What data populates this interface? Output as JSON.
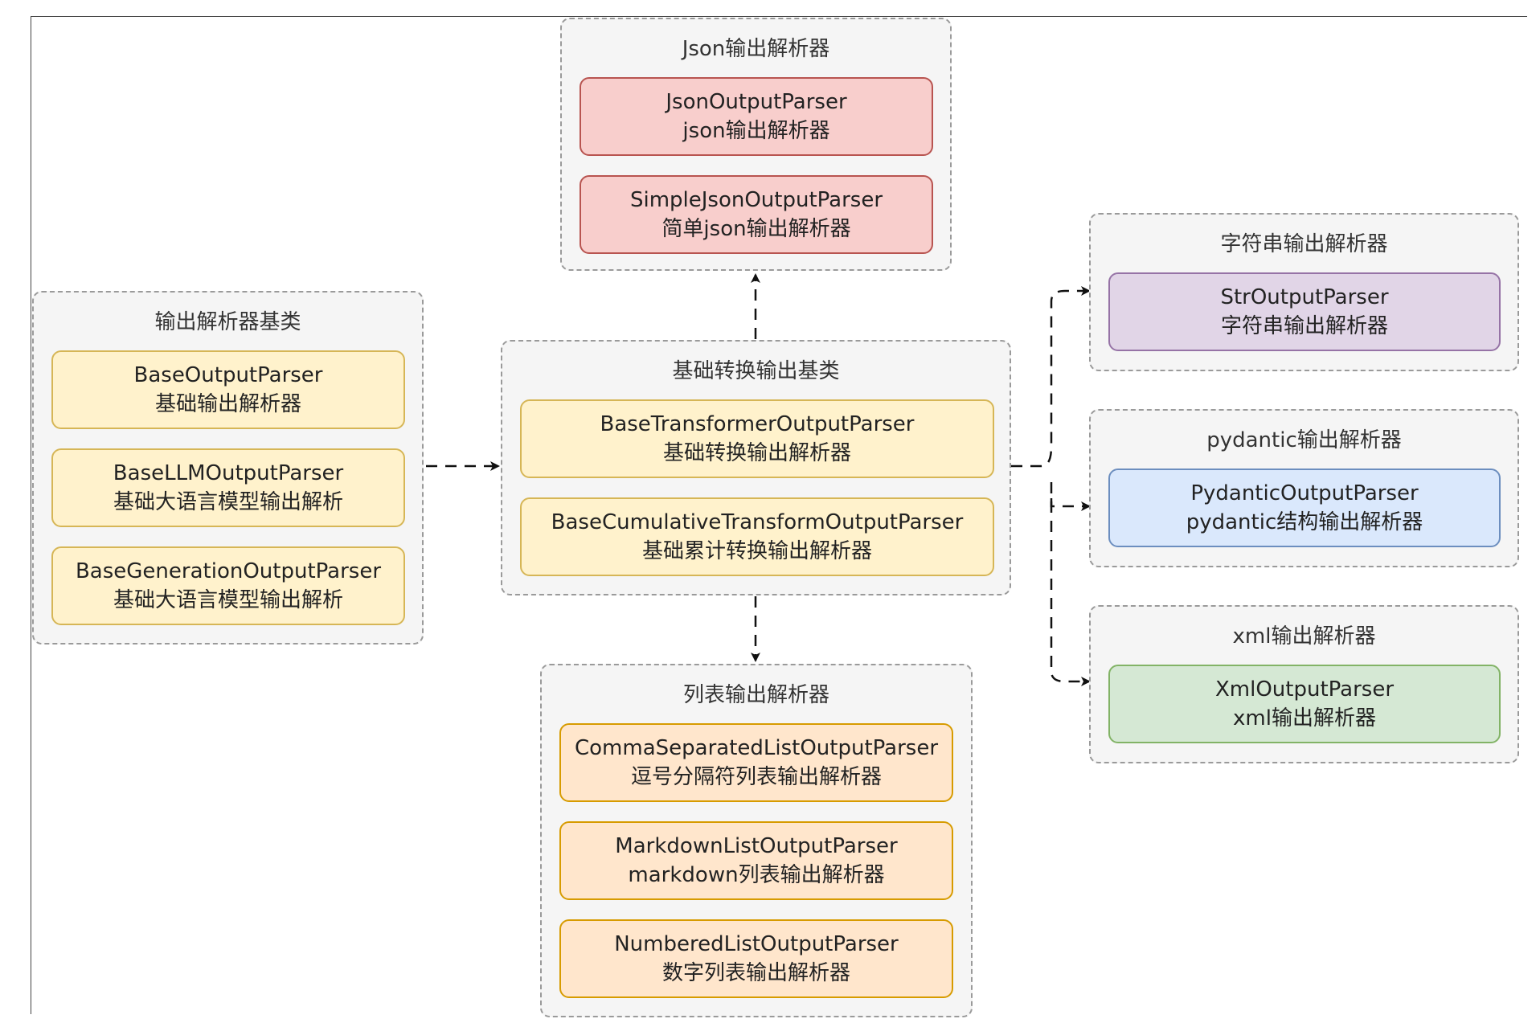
{
  "groups": {
    "json": {
      "title": "Json输出解析器",
      "nodes": [
        {
          "name": "JsonOutputParser",
          "desc": "json输出解析器"
        },
        {
          "name": "SimpleJsonOutputParser",
          "desc": "简单json输出解析器"
        }
      ]
    },
    "base": {
      "title": "输出解析器基类",
      "nodes": [
        {
          "name": "BaseOutputParser",
          "desc": "基础输出解析器"
        },
        {
          "name": "BaseLLMOutputParser",
          "desc": "基础大语言模型输出解析"
        },
        {
          "name": "BaseGenerationOutputParser",
          "desc": "基础大语言模型输出解析"
        }
      ]
    },
    "transform": {
      "title": "基础转换输出基类",
      "nodes": [
        {
          "name": "BaseTransformerOutputParser",
          "desc": "基础转换输出解析器"
        },
        {
          "name": "BaseCumulativeTransformOutputParser",
          "desc": "基础累计转换输出解析器"
        }
      ]
    },
    "str": {
      "title": "字符串输出解析器",
      "nodes": [
        {
          "name": "StrOutputParser",
          "desc": "字符串输出解析器"
        }
      ]
    },
    "pydantic": {
      "title": "pydantic输出解析器",
      "nodes": [
        {
          "name": "PydanticOutputParser",
          "desc": "pydantic结构输出解析器"
        }
      ]
    },
    "xml": {
      "title": "xml输出解析器",
      "nodes": [
        {
          "name": "XmlOutputParser",
          "desc": "xml输出解析器"
        }
      ]
    },
    "list": {
      "title": "列表输出解析器",
      "nodes": [
        {
          "name": "CommaSeparatedListOutputParser",
          "desc": "逗号分隔符列表输出解析器"
        },
        {
          "name": "MarkdownListOutputParser",
          "desc": "markdown列表输出解析器"
        },
        {
          "name": "NumberedListOutputParser",
          "desc": "数字列表输出解析器"
        }
      ]
    }
  },
  "colors": {
    "json": "#f8cecc",
    "base": "#fff2cc",
    "transform": "#fff2cc",
    "str": "#e1d5e7",
    "pydantic": "#dae8fc",
    "xml": "#d5e8d4",
    "list": "#ffe6cc"
  }
}
